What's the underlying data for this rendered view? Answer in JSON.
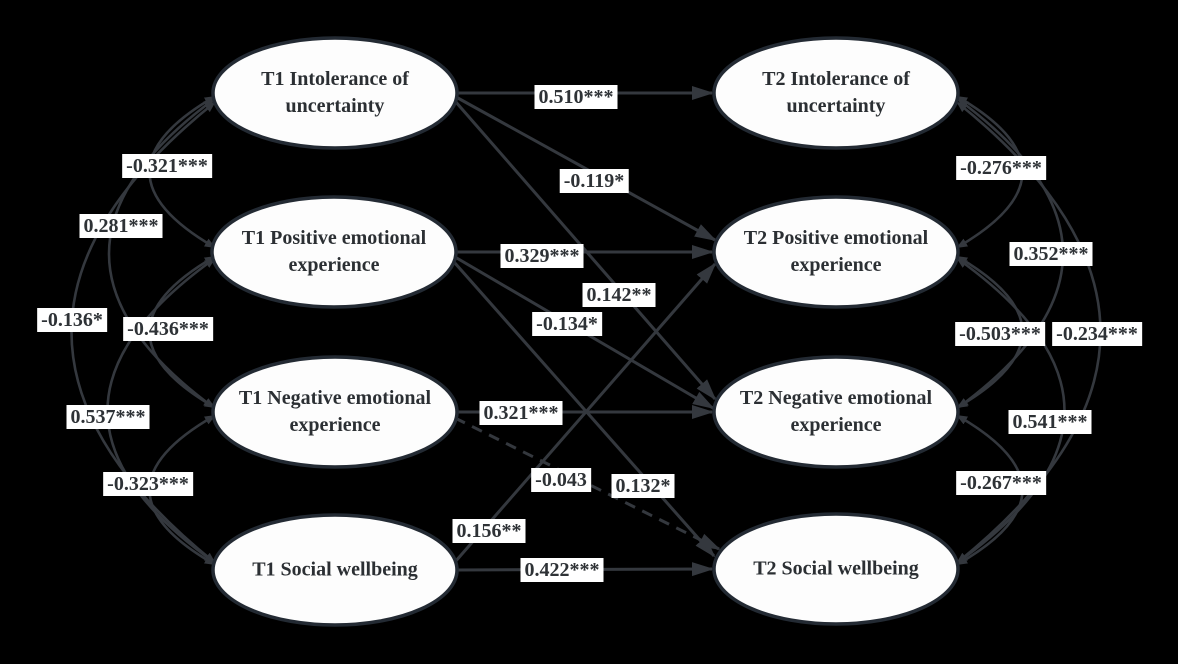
{
  "figure": {
    "type": "sem-path-diagram",
    "background": "#000000",
    "node_fill": "#fdfdfd",
    "node_border": "#232a33",
    "line_color": "#34383e",
    "label_bg": "#ffffff"
  },
  "nodes": [
    {
      "id": "t1_intolerance",
      "label": "T1 Intolerance of uncertainty"
    },
    {
      "id": "t1_positive",
      "label": "T1 Positive emotional experience"
    },
    {
      "id": "t1_negative",
      "label": "T1 Negative emotional experience"
    },
    {
      "id": "t1_social",
      "label": "T1 Social wellbeing"
    },
    {
      "id": "t2_intolerance",
      "label": "T2 Intolerance of uncertainty"
    },
    {
      "id": "t2_positive",
      "label": "T2 Positive emotional experience"
    },
    {
      "id": "t2_negative",
      "label": "T2 Negative emotional experience"
    },
    {
      "id": "t2_social",
      "label": "T2 Social wellbeing"
    }
  ],
  "paths": [
    {
      "from": "t1_intolerance",
      "to": "t2_intolerance",
      "label": "0.510***",
      "style": "solid"
    },
    {
      "from": "t1_intolerance",
      "to": "t2_positive",
      "label": "-0.119*",
      "style": "solid"
    },
    {
      "from": "t1_intolerance",
      "to": "t2_negative",
      "label": "0.142**",
      "style": "solid"
    },
    {
      "from": "t1_positive",
      "to": "t2_positive",
      "label": "0.329***",
      "style": "solid"
    },
    {
      "from": "t1_positive",
      "to": "t2_negative",
      "label": "-0.134*",
      "style": "solid"
    },
    {
      "from": "t1_positive",
      "to": "t2_social",
      "label": "0.132*",
      "style": "solid"
    },
    {
      "from": "t1_negative",
      "to": "t2_negative",
      "label": "0.321***",
      "style": "solid"
    },
    {
      "from": "t1_negative",
      "to": "t2_social",
      "label": "-0.043",
      "style": "dashed"
    },
    {
      "from": "t1_social",
      "to": "t2_positive",
      "label": "0.156**",
      "style": "solid"
    },
    {
      "from": "t1_social",
      "to": "t2_social",
      "label": "0.422***",
      "style": "solid"
    }
  ],
  "covariances_t1": [
    {
      "between": [
        "t1_intolerance",
        "t1_positive"
      ],
      "label": "-0.321***"
    },
    {
      "between": [
        "t1_intolerance",
        "t1_negative"
      ],
      "label": "0.281***"
    },
    {
      "between": [
        "t1_intolerance",
        "t1_social"
      ],
      "label": "-0.136*"
    },
    {
      "between": [
        "t1_positive",
        "t1_negative"
      ],
      "label": "-0.436***"
    },
    {
      "between": [
        "t1_positive",
        "t1_social"
      ],
      "label": "0.537***"
    },
    {
      "between": [
        "t1_negative",
        "t1_social"
      ],
      "label": "-0.323***"
    }
  ],
  "covariances_t2": [
    {
      "between": [
        "t2_intolerance",
        "t2_positive"
      ],
      "label": "-0.276***"
    },
    {
      "between": [
        "t2_intolerance",
        "t2_negative"
      ],
      "label": "0.352***"
    },
    {
      "between": [
        "t2_intolerance",
        "t2_social"
      ],
      "label": "-0.234***"
    },
    {
      "between": [
        "t2_positive",
        "t2_negative"
      ],
      "label": "-0.503***"
    },
    {
      "between": [
        "t2_positive",
        "t2_social"
      ],
      "label": "0.541***"
    },
    {
      "between": [
        "t2_negative",
        "t2_social"
      ],
      "label": "-0.267***"
    }
  ]
}
